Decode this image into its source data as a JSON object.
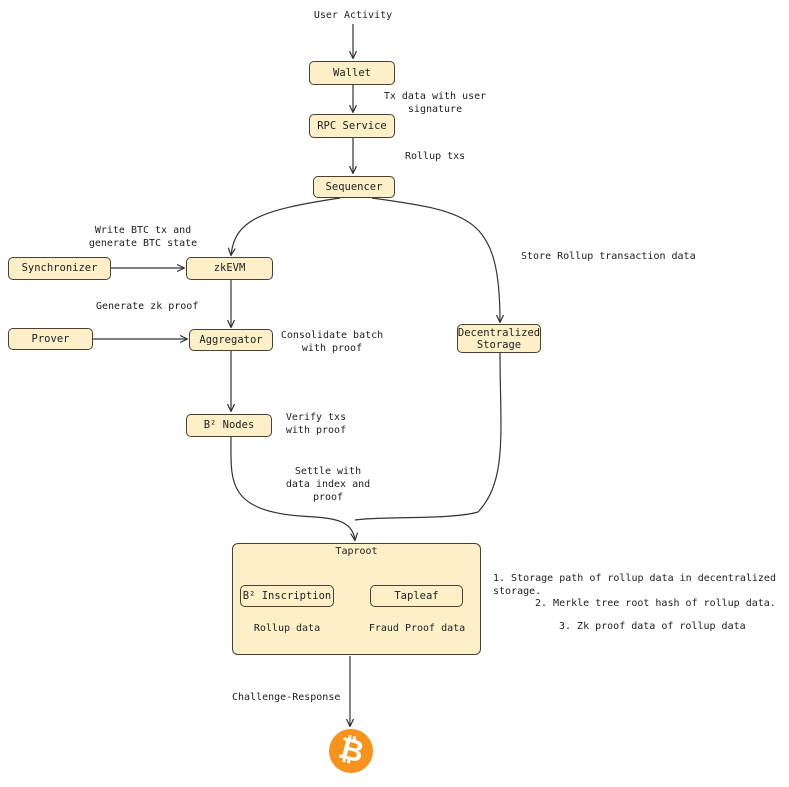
{
  "nodes": {
    "user_activity": "User Activity",
    "wallet": "Wallet",
    "rpc_service": "RPC Service",
    "sequencer": "Sequencer",
    "synchronizer": "Synchronizer",
    "zkevm": "zkEVM",
    "prover": "Prover",
    "aggregator": "Aggregator",
    "b2_nodes": "B² Nodes",
    "decentralized_storage": "Decentralized\nStorage",
    "taproot": "Taproot",
    "b2_inscription": "B² Inscription",
    "tapleaf": "Tapleaf"
  },
  "edge_labels": {
    "tx_data": "Tx data with user\nsignature",
    "rollup_txs": "Rollup txs",
    "write_btc": "Write BTC tx and\ngenerate BTC state",
    "store_rollup": "Store Rollup transaction data",
    "generate_zk": "Generate zk proof",
    "consolidate": "Consolidate batch\nwith proof",
    "verify_txs": "Verify txs\nwith proof",
    "settle": "Settle with\ndata index and proof",
    "challenge": "Challenge-Response"
  },
  "taproot_labels": {
    "rollup_data": "Rollup data",
    "fraud_proof": "Fraud Proof data"
  },
  "notes": [
    "1. Storage path of rollup data in decentralized storage.",
    "2. Merkle tree root hash of rollup data.",
    "3. Zk proof data of rollup data"
  ],
  "icons": {
    "bitcoin": "bitcoin-icon",
    "bitcoin_color": "#f7931a"
  },
  "colors": {
    "node_fill": "#fdf0c9",
    "stroke": "#4a4030"
  }
}
